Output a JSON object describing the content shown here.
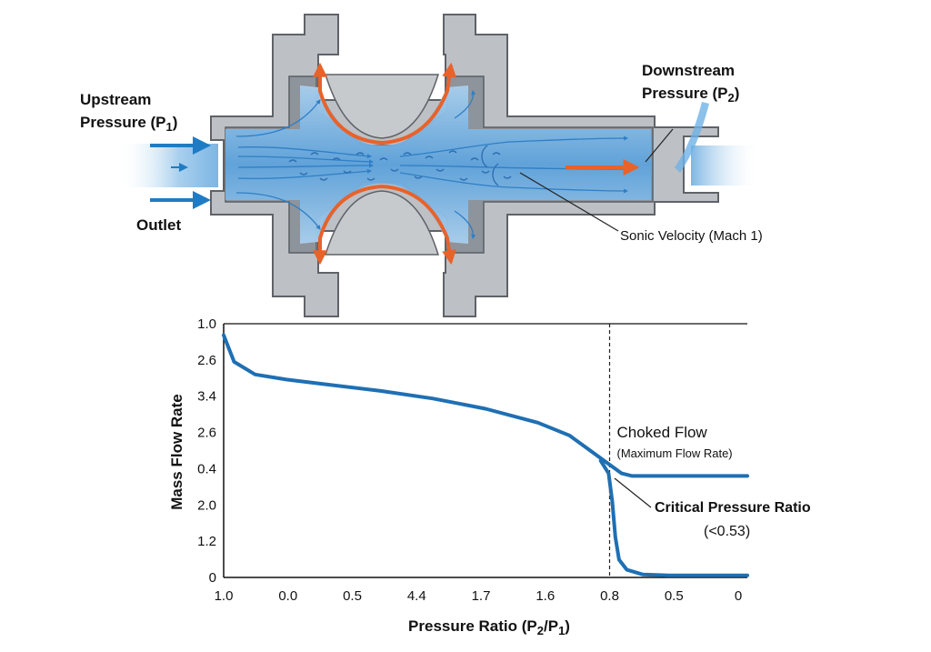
{
  "diagram": {
    "labels": {
      "upstream_line1": "Upstream",
      "upstream_line2_prefix": "Pressure (P",
      "upstream_sub": "1",
      "upstream_suffix": ")",
      "downstream_line1": "Downstream",
      "downstream_line2_prefix": "Pressure (P",
      "downstream_sub": "2",
      "downstream_suffix": ")",
      "outlet": "Outlet",
      "sonic": "Sonic Velocity (Mach 1)"
    },
    "colors": {
      "body": "#b9bcc0",
      "body_stroke": "#5f6368",
      "inner": "#8e949b",
      "flow": "#4a8fd0",
      "flow_light": "#bcd9f0",
      "accent": "#e8622a",
      "arrow": "#1f7cc4"
    }
  },
  "chart_data": {
    "type": "line",
    "xlabel": "Pressure Ratio (P2/P1)",
    "ylabel": "Mass Flow Rate",
    "x_ticks": [
      "1.0",
      "0.0",
      "0.5",
      "4.4",
      "1.7",
      "1.6",
      "0.8",
      "0.5",
      "0"
    ],
    "y_ticks": [
      "1.0",
      "2.6",
      "3.4",
      "2.6",
      "0.4",
      "2.0",
      "1.2",
      "0"
    ],
    "critical_x_tick": "0.8",
    "series": [
      {
        "values_fraction": [
          [
            0.0,
            0.955
          ],
          [
            0.02,
            0.85
          ],
          [
            0.06,
            0.8
          ],
          [
            0.12,
            0.78
          ],
          [
            0.2,
            0.76
          ],
          [
            0.3,
            0.735
          ],
          [
            0.4,
            0.705
          ],
          [
            0.5,
            0.665
          ],
          [
            0.6,
            0.61
          ],
          [
            0.66,
            0.56
          ],
          [
            0.7,
            0.5
          ],
          [
            0.73,
            0.455
          ],
          [
            0.76,
            0.41
          ],
          [
            0.78,
            0.4
          ],
          [
            0.85,
            0.4
          ],
          [
            0.93,
            0.4
          ],
          [
            1.0,
            0.4
          ]
        ]
      },
      {
        "values_fraction": [
          [
            0.72,
            0.46
          ],
          [
            0.735,
            0.41
          ],
          [
            0.742,
            0.3
          ],
          [
            0.748,
            0.16
          ],
          [
            0.755,
            0.07
          ],
          [
            0.77,
            0.03
          ],
          [
            0.8,
            0.012
          ],
          [
            0.85,
            0.008
          ],
          [
            0.92,
            0.008
          ],
          [
            1.0,
            0.008
          ]
        ]
      }
    ],
    "annotations": {
      "choked_title": "Choked Flow",
      "choked_sub": "(Maximum Flow Rate)",
      "critical_title": "Critical Pressure Ratio",
      "critical_value": "(<0.53)"
    },
    "colors": {
      "line": "#1f6fb3",
      "choked": "#e8622a",
      "axis": "#111111"
    }
  }
}
